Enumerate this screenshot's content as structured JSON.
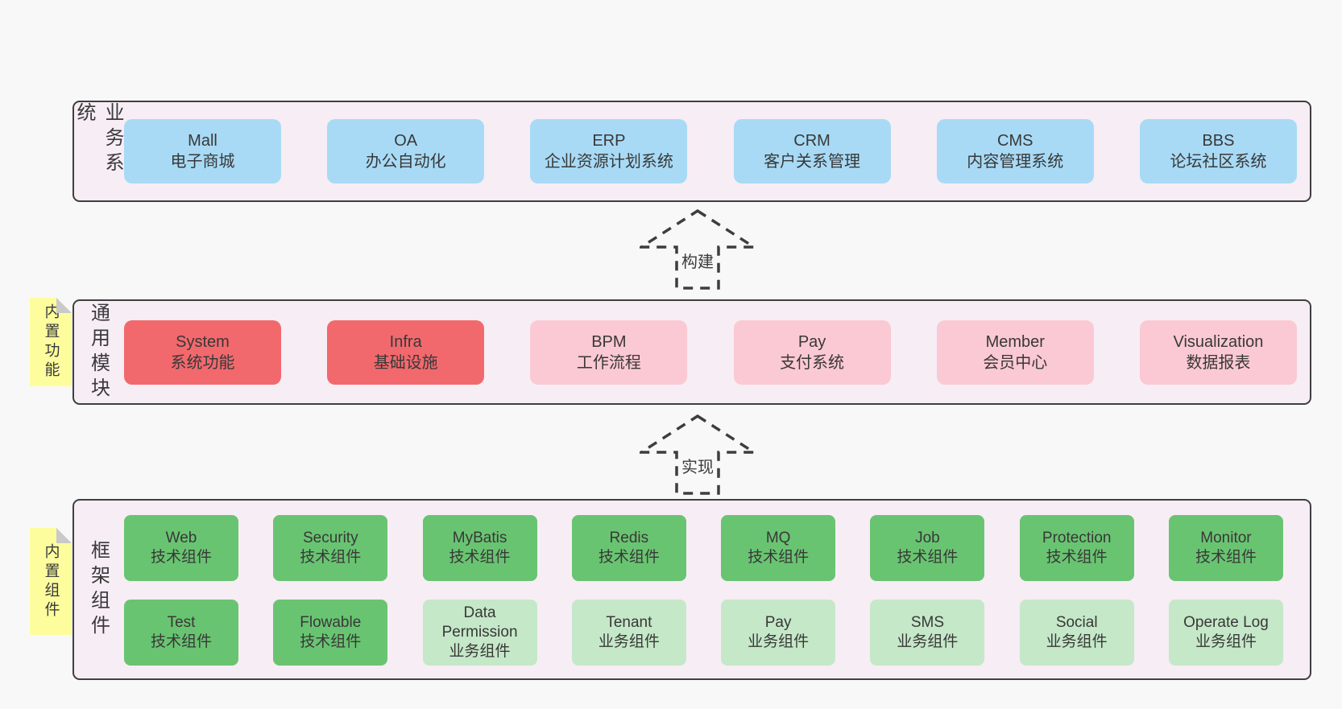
{
  "palette": {
    "page_bg": "#f8f8f8",
    "panel_fill": "#f7edf5",
    "panel_border": "#3f3f3f",
    "business_box_blue": "#a8daf5",
    "core_module_red": "#f2696d",
    "module_pink": "#fbc9d3",
    "tech_component_green": "#69c471",
    "biz_component_green": "#c5e8c8",
    "sticky_yellow": "#fdfd9e",
    "sticky_fold_gray": "#c9c9c9",
    "text": "#383838"
  },
  "arrows": {
    "build": "构建",
    "implement": "实现"
  },
  "sections": {
    "business": {
      "label": "业务系统",
      "items": [
        {
          "title": "Mall",
          "subtitle": "电子商城",
          "variant": "blue"
        },
        {
          "title": "OA",
          "subtitle": "办公自动化",
          "variant": "blue"
        },
        {
          "title": "ERP",
          "subtitle": "企业资源计划系统",
          "variant": "blue"
        },
        {
          "title": "CRM",
          "subtitle": "客户关系管理",
          "variant": "blue"
        },
        {
          "title": "CMS",
          "subtitle": "内容管理系统",
          "variant": "blue"
        },
        {
          "title": "BBS",
          "subtitle": "论坛社区系统",
          "variant": "blue"
        }
      ]
    },
    "modules": {
      "label": "通用模块",
      "sticky": "内置功能",
      "items": [
        {
          "title": "System",
          "subtitle": "系统功能",
          "variant": "red"
        },
        {
          "title": "Infra",
          "subtitle": "基础设施",
          "variant": "red"
        },
        {
          "title": "BPM",
          "subtitle": "工作流程",
          "variant": "pink"
        },
        {
          "title": "Pay",
          "subtitle": "支付系统",
          "variant": "pink"
        },
        {
          "title": "Member",
          "subtitle": "会员中心",
          "variant": "pink"
        },
        {
          "title": "Visualization",
          "subtitle": "数据报表",
          "variant": "pink"
        }
      ]
    },
    "components": {
      "label": "框架组件",
      "sticky": "内置组件",
      "rows": [
        [
          {
            "title": "Web",
            "subtitle": "技术组件",
            "variant": "green-dark"
          },
          {
            "title": "Security",
            "subtitle": "技术组件",
            "variant": "green-dark"
          },
          {
            "title": "MyBatis",
            "subtitle": "技术组件",
            "variant": "green-dark"
          },
          {
            "title": "Redis",
            "subtitle": "技术组件",
            "variant": "green-dark"
          },
          {
            "title": "MQ",
            "subtitle": "技术组件",
            "variant": "green-dark"
          },
          {
            "title": "Job",
            "subtitle": "技术组件",
            "variant": "green-dark"
          },
          {
            "title": "Protection",
            "subtitle": "技术组件",
            "variant": "green-dark"
          },
          {
            "title": "Monitor",
            "subtitle": "技术组件",
            "variant": "green-dark"
          }
        ],
        [
          {
            "title": "Test",
            "subtitle": "技术组件",
            "variant": "green-dark"
          },
          {
            "title": "Flowable",
            "subtitle": "技术组件",
            "variant": "green-dark"
          },
          {
            "title": "Data Permission",
            "subtitle": "业务组件",
            "variant": "green-light"
          },
          {
            "title": "Tenant",
            "subtitle": "业务组件",
            "variant": "green-light"
          },
          {
            "title": "Pay",
            "subtitle": "业务组件",
            "variant": "green-light"
          },
          {
            "title": "SMS",
            "subtitle": "业务组件",
            "variant": "green-light"
          },
          {
            "title": "Social",
            "subtitle": "业务组件",
            "variant": "green-light"
          },
          {
            "title": "Operate Log",
            "subtitle": "业务组件",
            "variant": "green-light"
          }
        ]
      ]
    }
  }
}
